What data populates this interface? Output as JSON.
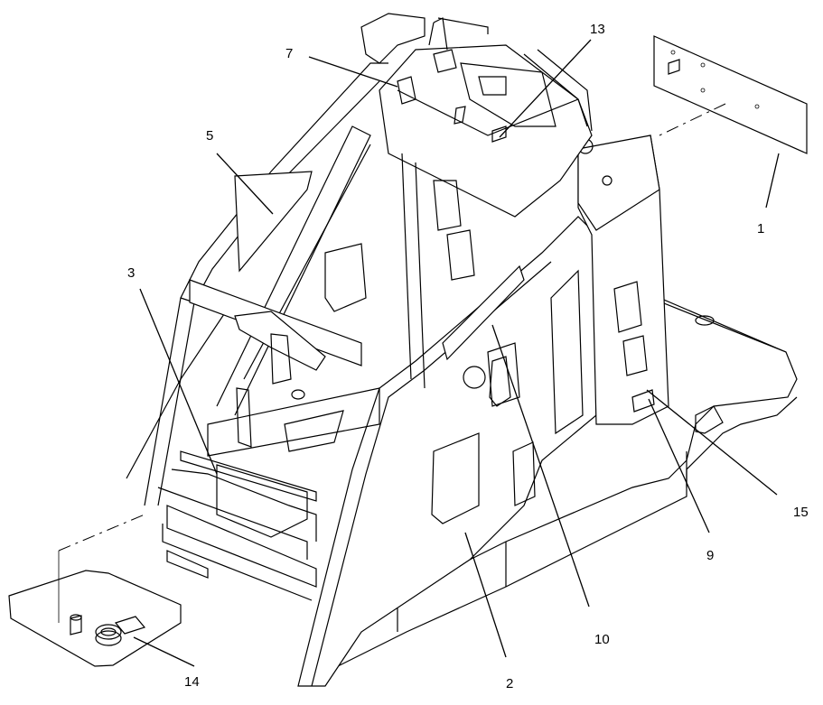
{
  "diagram": {
    "callouts": [
      {
        "id": "c1",
        "text": "1"
      },
      {
        "id": "c2",
        "text": "2"
      },
      {
        "id": "c3",
        "text": "3"
      },
      {
        "id": "c5",
        "text": "5"
      },
      {
        "id": "c7",
        "text": "7"
      },
      {
        "id": "c9",
        "text": "9"
      },
      {
        "id": "c10",
        "text": "10"
      },
      {
        "id": "c13",
        "text": "13"
      },
      {
        "id": "c14",
        "text": "14"
      },
      {
        "id": "c15",
        "text": "15"
      }
    ]
  }
}
